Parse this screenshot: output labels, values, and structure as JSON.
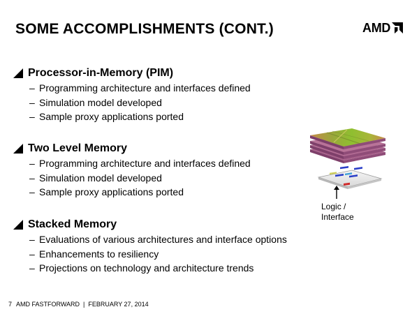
{
  "header": {
    "title": "SOME ACCOMPLISHMENTS (CONT.)",
    "logo_text": "AMD"
  },
  "sections": [
    {
      "heading": "Processor-in-Memory (PIM)",
      "items": [
        "Programming architecture and interfaces defined",
        "Simulation model developed",
        "Sample proxy applications ported"
      ]
    },
    {
      "heading": "Two Level Memory",
      "items": [
        "Programming architecture and interfaces defined",
        "Simulation model developed",
        "Sample proxy applications ported"
      ]
    },
    {
      "heading": "Stacked Memory",
      "items": [
        "Evaluations of various architectures and interface options",
        "Enhancements to resiliency",
        "Projections on technology and architecture trends"
      ]
    }
  ],
  "figure": {
    "label_line1": "Logic /",
    "label_line2": "Interface"
  },
  "footer": {
    "page_number": "7",
    "text": "AMD FASTFORWARD  |  FEBRUARY 27, 2014"
  },
  "colors": {
    "text": "#000000",
    "background": "#ffffff"
  }
}
